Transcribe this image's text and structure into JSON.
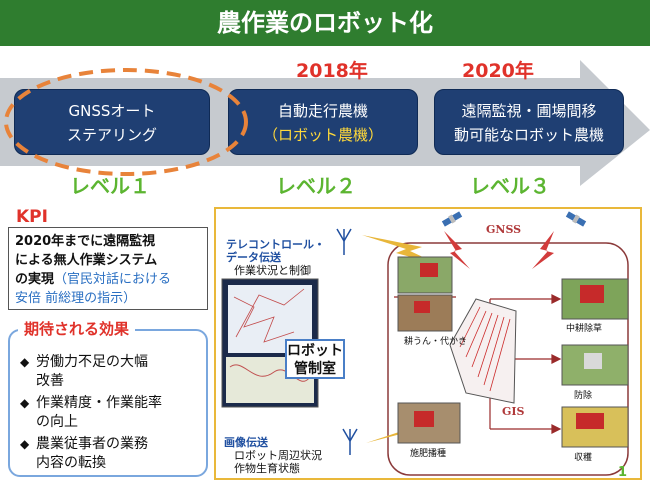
{
  "title": "農作業のロボット化",
  "years": [
    "2018年",
    "2020年"
  ],
  "levels": [
    {
      "line1": "GNSSオート",
      "line2": "ステアリング",
      "label": "レベル１"
    },
    {
      "line1": "自動走行農機",
      "line2": "（ロボット農機）",
      "label": "レベル２"
    },
    {
      "line1": "遠隔監視・圃場間移",
      "line2": "動可能なロボット農機",
      "label": "レベル３"
    }
  ],
  "kpi": {
    "label": "KPI",
    "line1": "2020年までに遠隔監視",
    "line2": "による無人作業システム",
    "line3": "の実現",
    "note1": "（官民対話における",
    "note2": "安倍 前総理の指示）"
  },
  "effects": {
    "title": "期待される効果",
    "items": [
      {
        "line1": "労働力不足の大幅",
        "line2": "改善"
      },
      {
        "line1": "作業精度・作業能率",
        "line2": "の向上"
      },
      {
        "line1": "農業従事者の業務",
        "line2": "内容の転換"
      }
    ]
  },
  "diagram": {
    "tele_title1": "テレコントロール・",
    "tele_title2": "データ伝送",
    "tele_desc": "作業状況と制御",
    "image_title": "画像伝送",
    "image_desc1": "ロボット周辺状況",
    "image_desc2": "作物生育状態",
    "robot_line1": "ロボット",
    "robot_line2": "管制室",
    "gnss": "GNSS",
    "gis": "GIS",
    "tasks": [
      "耕うん・代かき",
      "施肥播種",
      "中耕除草",
      "防除",
      "収穫"
    ]
  },
  "page_number": "1",
  "colors": {
    "title_bg": "#2f7d2f",
    "accent_red": "#e0322a",
    "level_green": "#5cb531",
    "box_navy": "#1f3f73",
    "dash_orange": "#e8833a",
    "gold_border": "#e9b83a"
  }
}
